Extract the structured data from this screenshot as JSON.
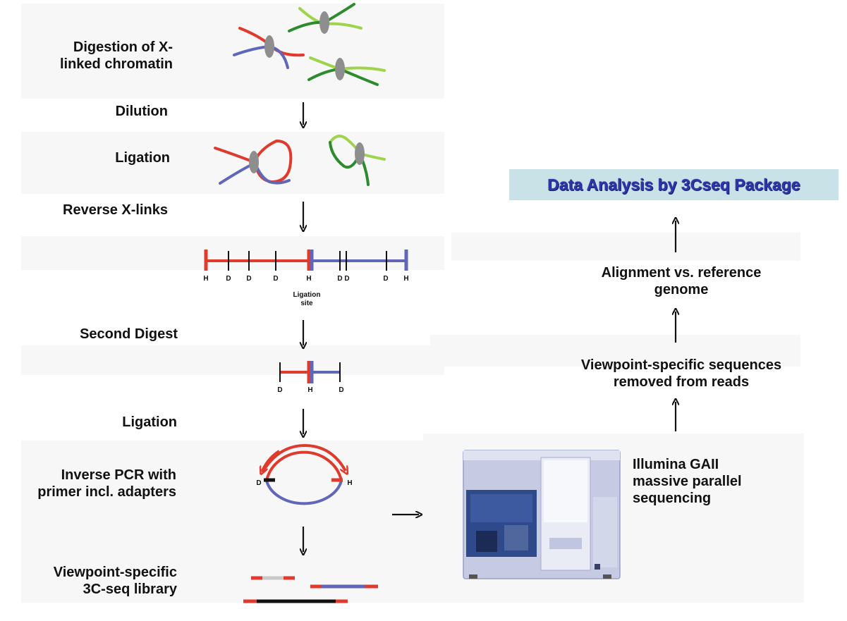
{
  "steps": {
    "digestion": "Digestion of X-\nlinked chromatin",
    "dilution": "Dilution",
    "ligation1": "Ligation",
    "reverse": "Reverse X-links",
    "second_digest": "Second Digest",
    "ligation2": "Ligation",
    "inverse_pcr": "Inverse PCR with\nprimer incl. adapters",
    "library": "Viewpoint-specific\n3C-seq library"
  },
  "ligation_site": "Ligation\nsite",
  "restriction_marks": {
    "h": "H",
    "d": "D"
  },
  "right_flow": {
    "title": "Data Analysis by 3Cseq Package",
    "alignment": "Alignment vs. reference\ngenome",
    "viewpoint_removed": "Viewpoint-specific sequences\nremoved from reads",
    "illumina": "Illumina GAII\nmassive parallel\nsequencing"
  },
  "colors": {
    "red": "#e03a2c",
    "blue": "#6066b8",
    "dark_green": "#2d8a2d",
    "light_green": "#9ed44a",
    "grey_node": "#8e8e8e",
    "title_bg": "#c9e2e8",
    "title_text": "#2f35a8"
  },
  "icons": [
    "arrow-down-icon",
    "arrow-up-icon",
    "arrow-right-icon",
    "sequencer-machine-image"
  ]
}
